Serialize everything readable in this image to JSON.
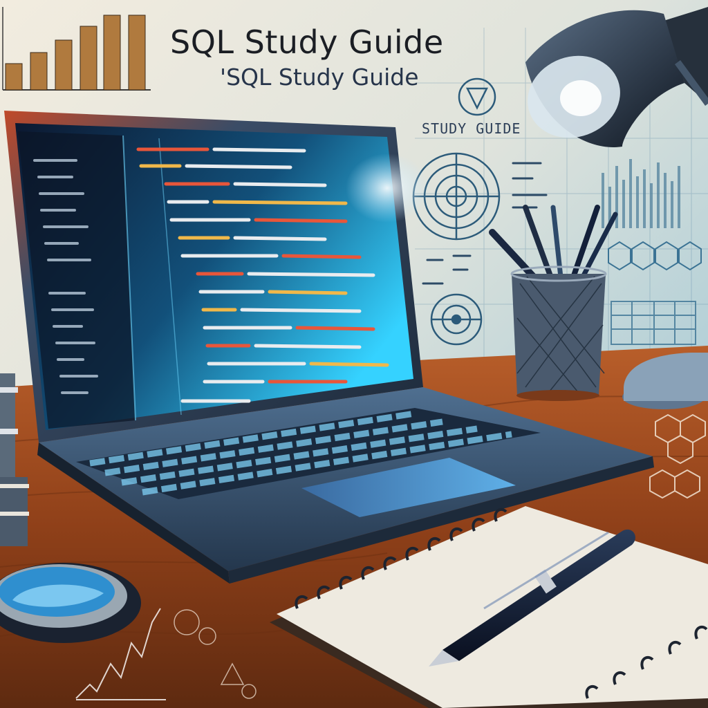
{
  "headline": {
    "title": "SQL Study Guide",
    "echo_title": "'SQL Study Guide",
    "side_label": "STUDY GUIDE"
  },
  "palette": {
    "wall_light": "#efe9dc",
    "wall_blue": "#9fc6d6",
    "screen_cyan": "#2ad0ff",
    "desk_wood": "#9c4a1f",
    "laptop_body": "#2c4258",
    "notebook_paper": "#eeeae0",
    "lamp_shade": "#1a2432"
  },
  "icons": [
    "bar-chart-icon",
    "target-diagram-icon",
    "pen-holder-icon",
    "desk-lamp-icon",
    "hexagon-molecule-icon"
  ]
}
